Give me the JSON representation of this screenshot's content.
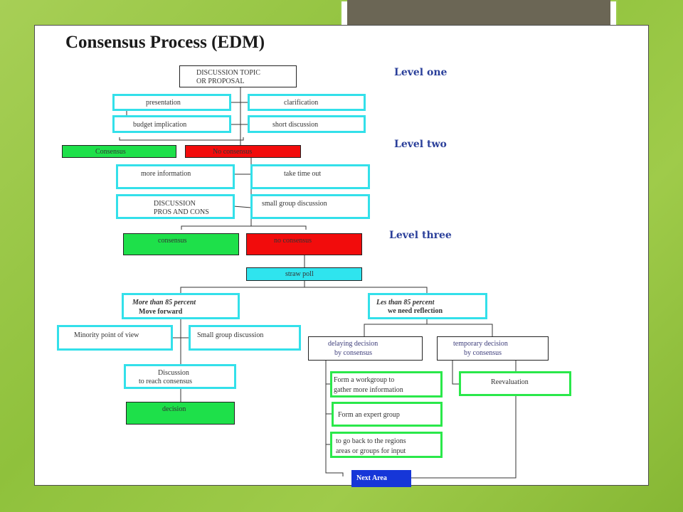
{
  "title": "Consensus Process (EDM)",
  "levels": {
    "one": "Level one",
    "two": "Level two",
    "three": "Level three"
  },
  "nodes": {
    "topic_1": "DISCUSSION TOPIC",
    "topic_2": "OR PROPOSAL",
    "presentation": "presentation",
    "clarification": "clarification",
    "budget": "budget implication",
    "short_discussion": "short discussion",
    "consensus_1": "Consensus",
    "no_consensus_1": "No consensus",
    "more_info": "more information",
    "time_out": "take time out",
    "pros_cons_1": "DISCUSSION",
    "pros_cons_2": "PROS AND CONS",
    "small_group_1": "small group discussion",
    "consensus_2": "consensus",
    "no_consensus_2": "no consensus",
    "straw_poll": "straw poll",
    "more_85_1": "More than 85 percent",
    "more_85_2": "Move forward",
    "less_85_1": "Les than 85 percent",
    "less_85_2": "we need reflection",
    "minority": "Minority point of view",
    "small_group_2": "Small group discussion",
    "delaying_1": "delaying decision",
    "delaying_2": "by consensus",
    "temporary_1": "temporary decision",
    "temporary_2": "by consensus",
    "reach_1": "Discussion",
    "reach_2": "to reach consensus",
    "workgroup_1": "Form a workgroup  to",
    "workgroup_2": "gather more information",
    "reevaluation": "Reevaluation",
    "decision": "decision",
    "expert": "Form an expert group",
    "regions_1": "to go back to the regions",
    "regions_2": "areas or groups for input",
    "next_area": "Next Area"
  },
  "colors": {
    "cyan_border": "#33e0ea",
    "green_border": "#2ae84a",
    "green_fill": "#1ee04a",
    "red_fill": "#f20c0c",
    "cyan_fill": "#2fe4ee",
    "blue_fill": "#1636d8",
    "level_text": "#2a3f9a",
    "background": "#9fcb4a"
  }
}
